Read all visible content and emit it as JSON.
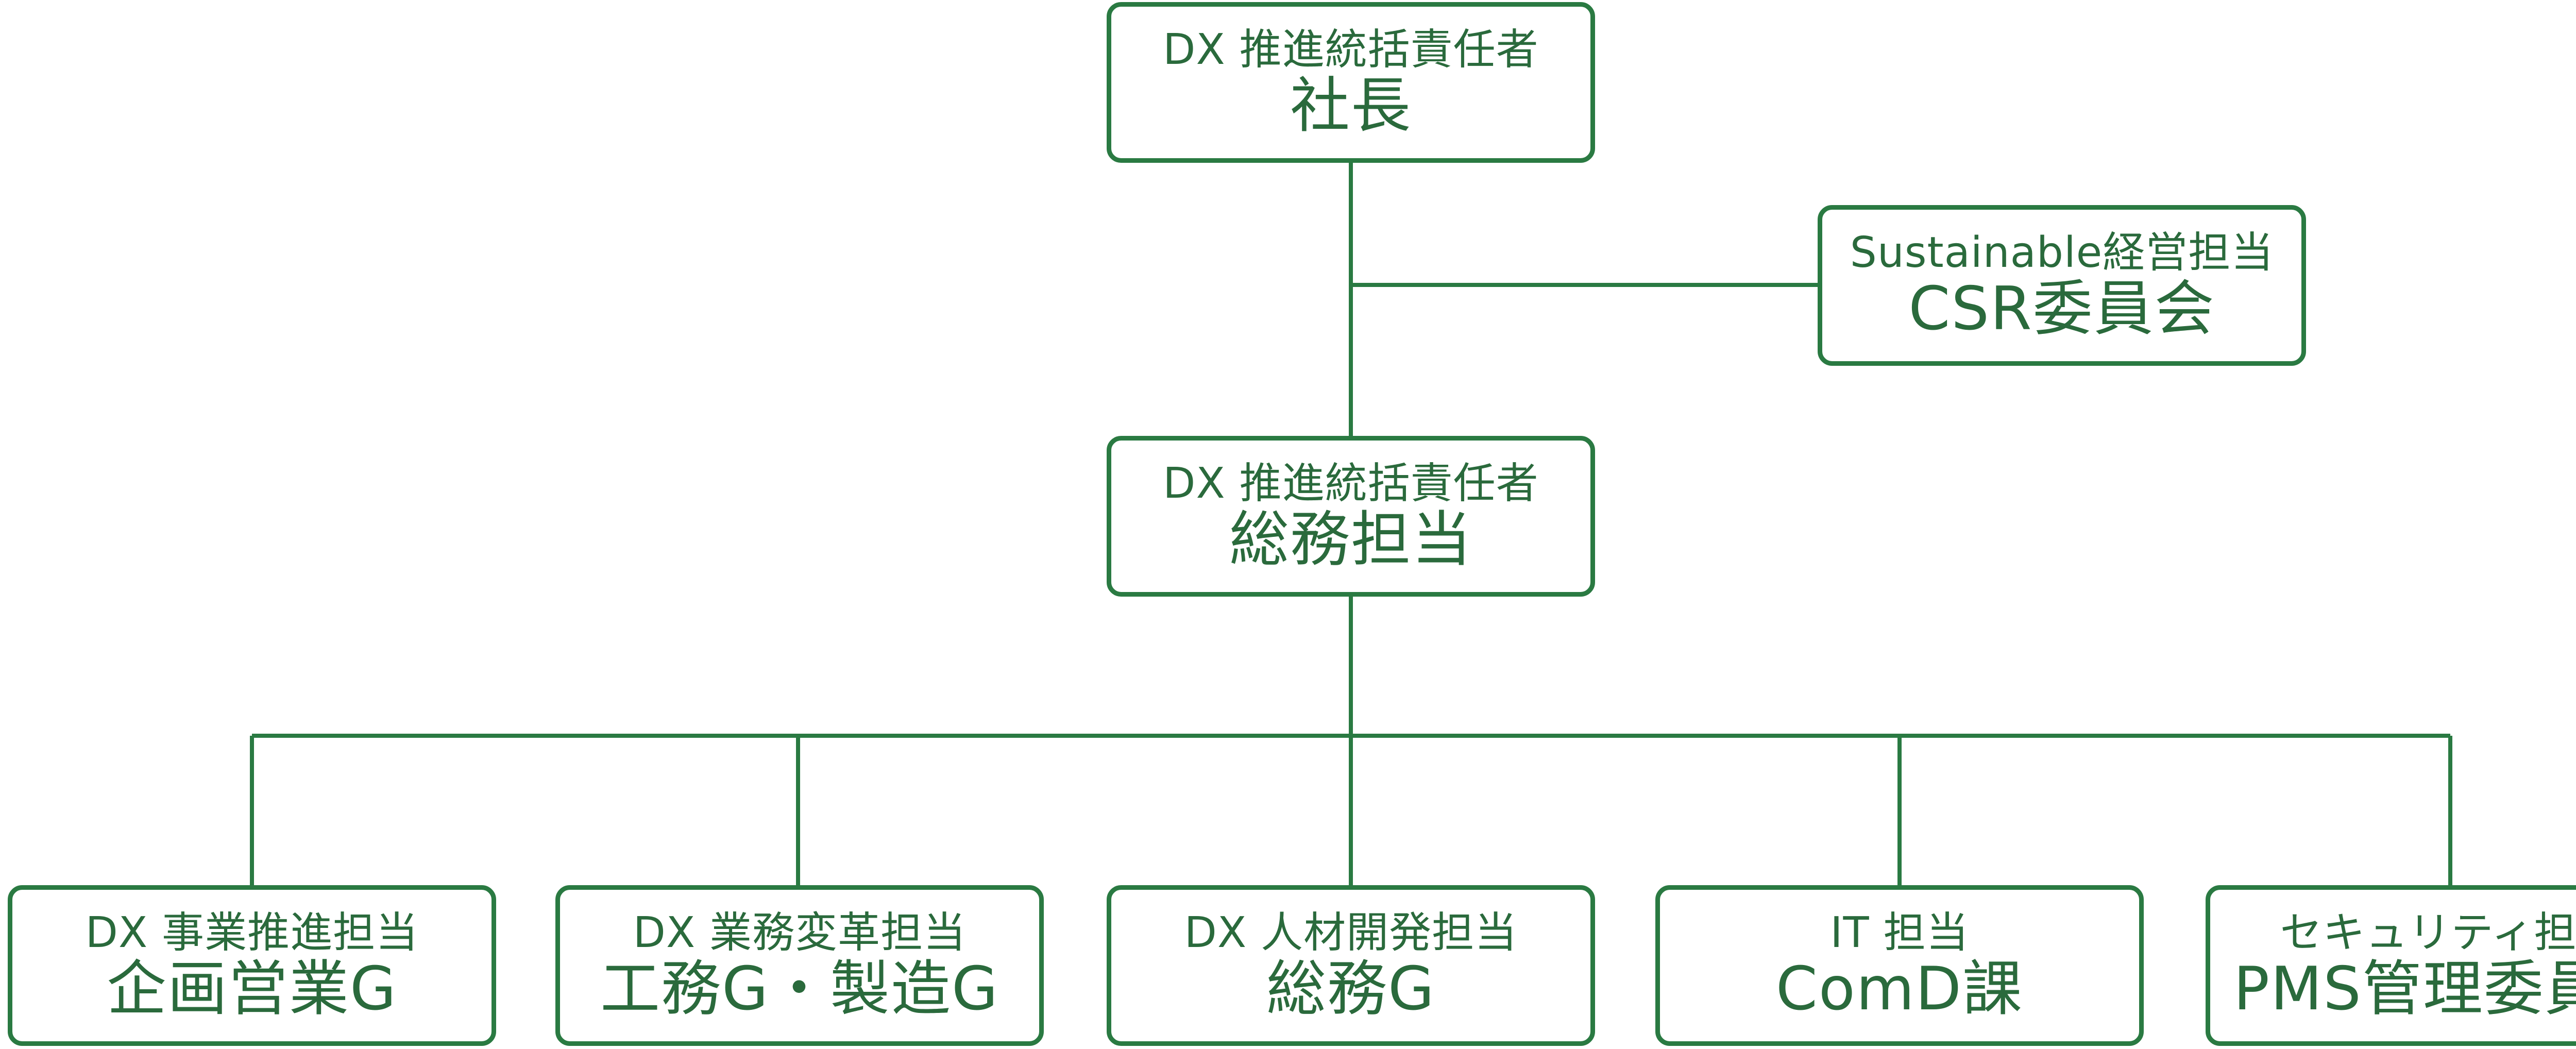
{
  "colors": {
    "line": "#2a7a42",
    "text": "#2a6a3c",
    "background": "#ffffff"
  },
  "nodes": {
    "president": {
      "role": "DX 推進統括責任者",
      "name": "社長"
    },
    "csr": {
      "role": "Sustainable経営担当",
      "name": "CSR委員会"
    },
    "general_affairs": {
      "role": "DX 推進統括責任者",
      "name": "総務担当"
    },
    "children": [
      {
        "role": "DX 事業推進担当",
        "name": "企画営業G"
      },
      {
        "role": "DX 業務変革担当",
        "name": "工務G・製造G"
      },
      {
        "role": "DX 人材開発担当",
        "name": "総務G"
      },
      {
        "role": "IT 担当",
        "name": "ComD課"
      },
      {
        "role": "セキュリティ担当",
        "name": "PMS管理委員会"
      }
    ]
  }
}
